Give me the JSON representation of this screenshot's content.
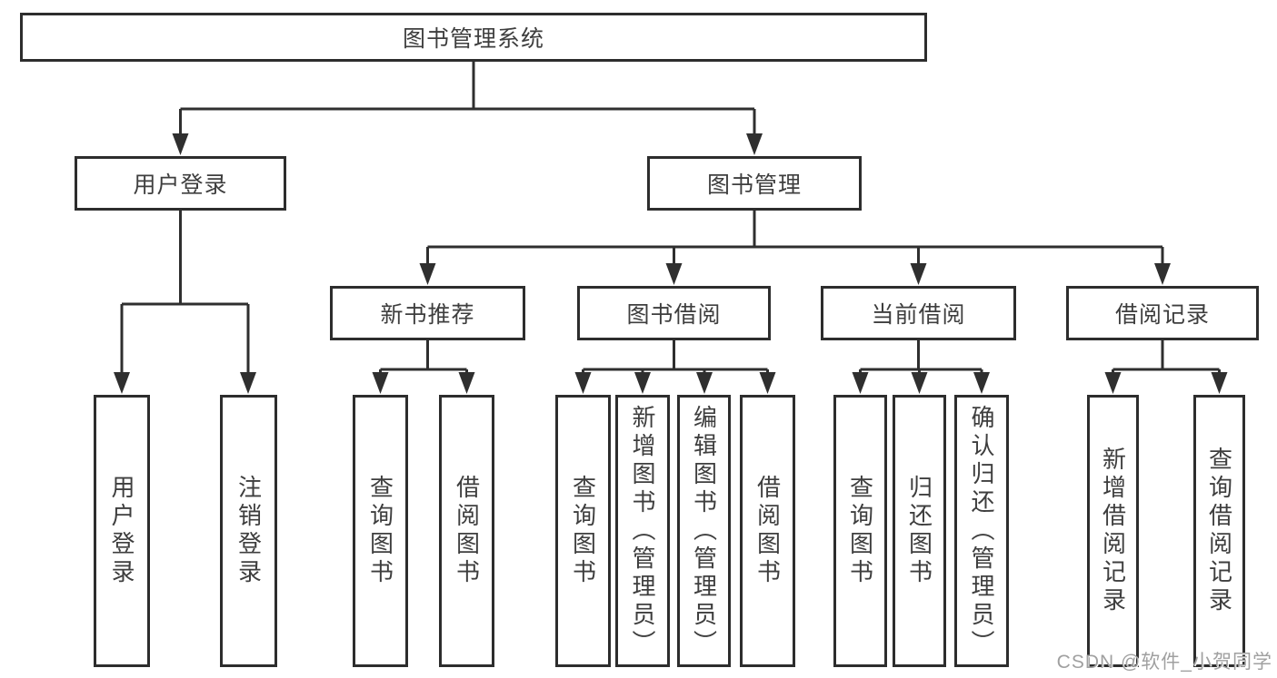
{
  "diagram": {
    "root": "图书管理系统",
    "login": {
      "label": "用户登录",
      "children": [
        "用户登录",
        "注销登录"
      ]
    },
    "mgmt": {
      "label": "图书管理",
      "groups": [
        {
          "label": "新书推荐",
          "children": [
            "查询图书",
            "借阅图书"
          ]
        },
        {
          "label": "图书借阅",
          "children": [
            "查询图书",
            "新增图书（管理员）",
            "编辑图书（管理员）",
            "借阅图书"
          ]
        },
        {
          "label": "当前借阅",
          "children": [
            "查询图书",
            "归还图书",
            "确认归还（管理员）"
          ]
        },
        {
          "label": "借阅记录",
          "children": [
            "新增借阅记录",
            "查询借阅记录"
          ]
        }
      ]
    },
    "colors": {
      "line": "#2f2f2f",
      "text": "#3e3e3e",
      "background": "#ffffff"
    }
  },
  "watermark": "CSDN @软件_小贺同学"
}
